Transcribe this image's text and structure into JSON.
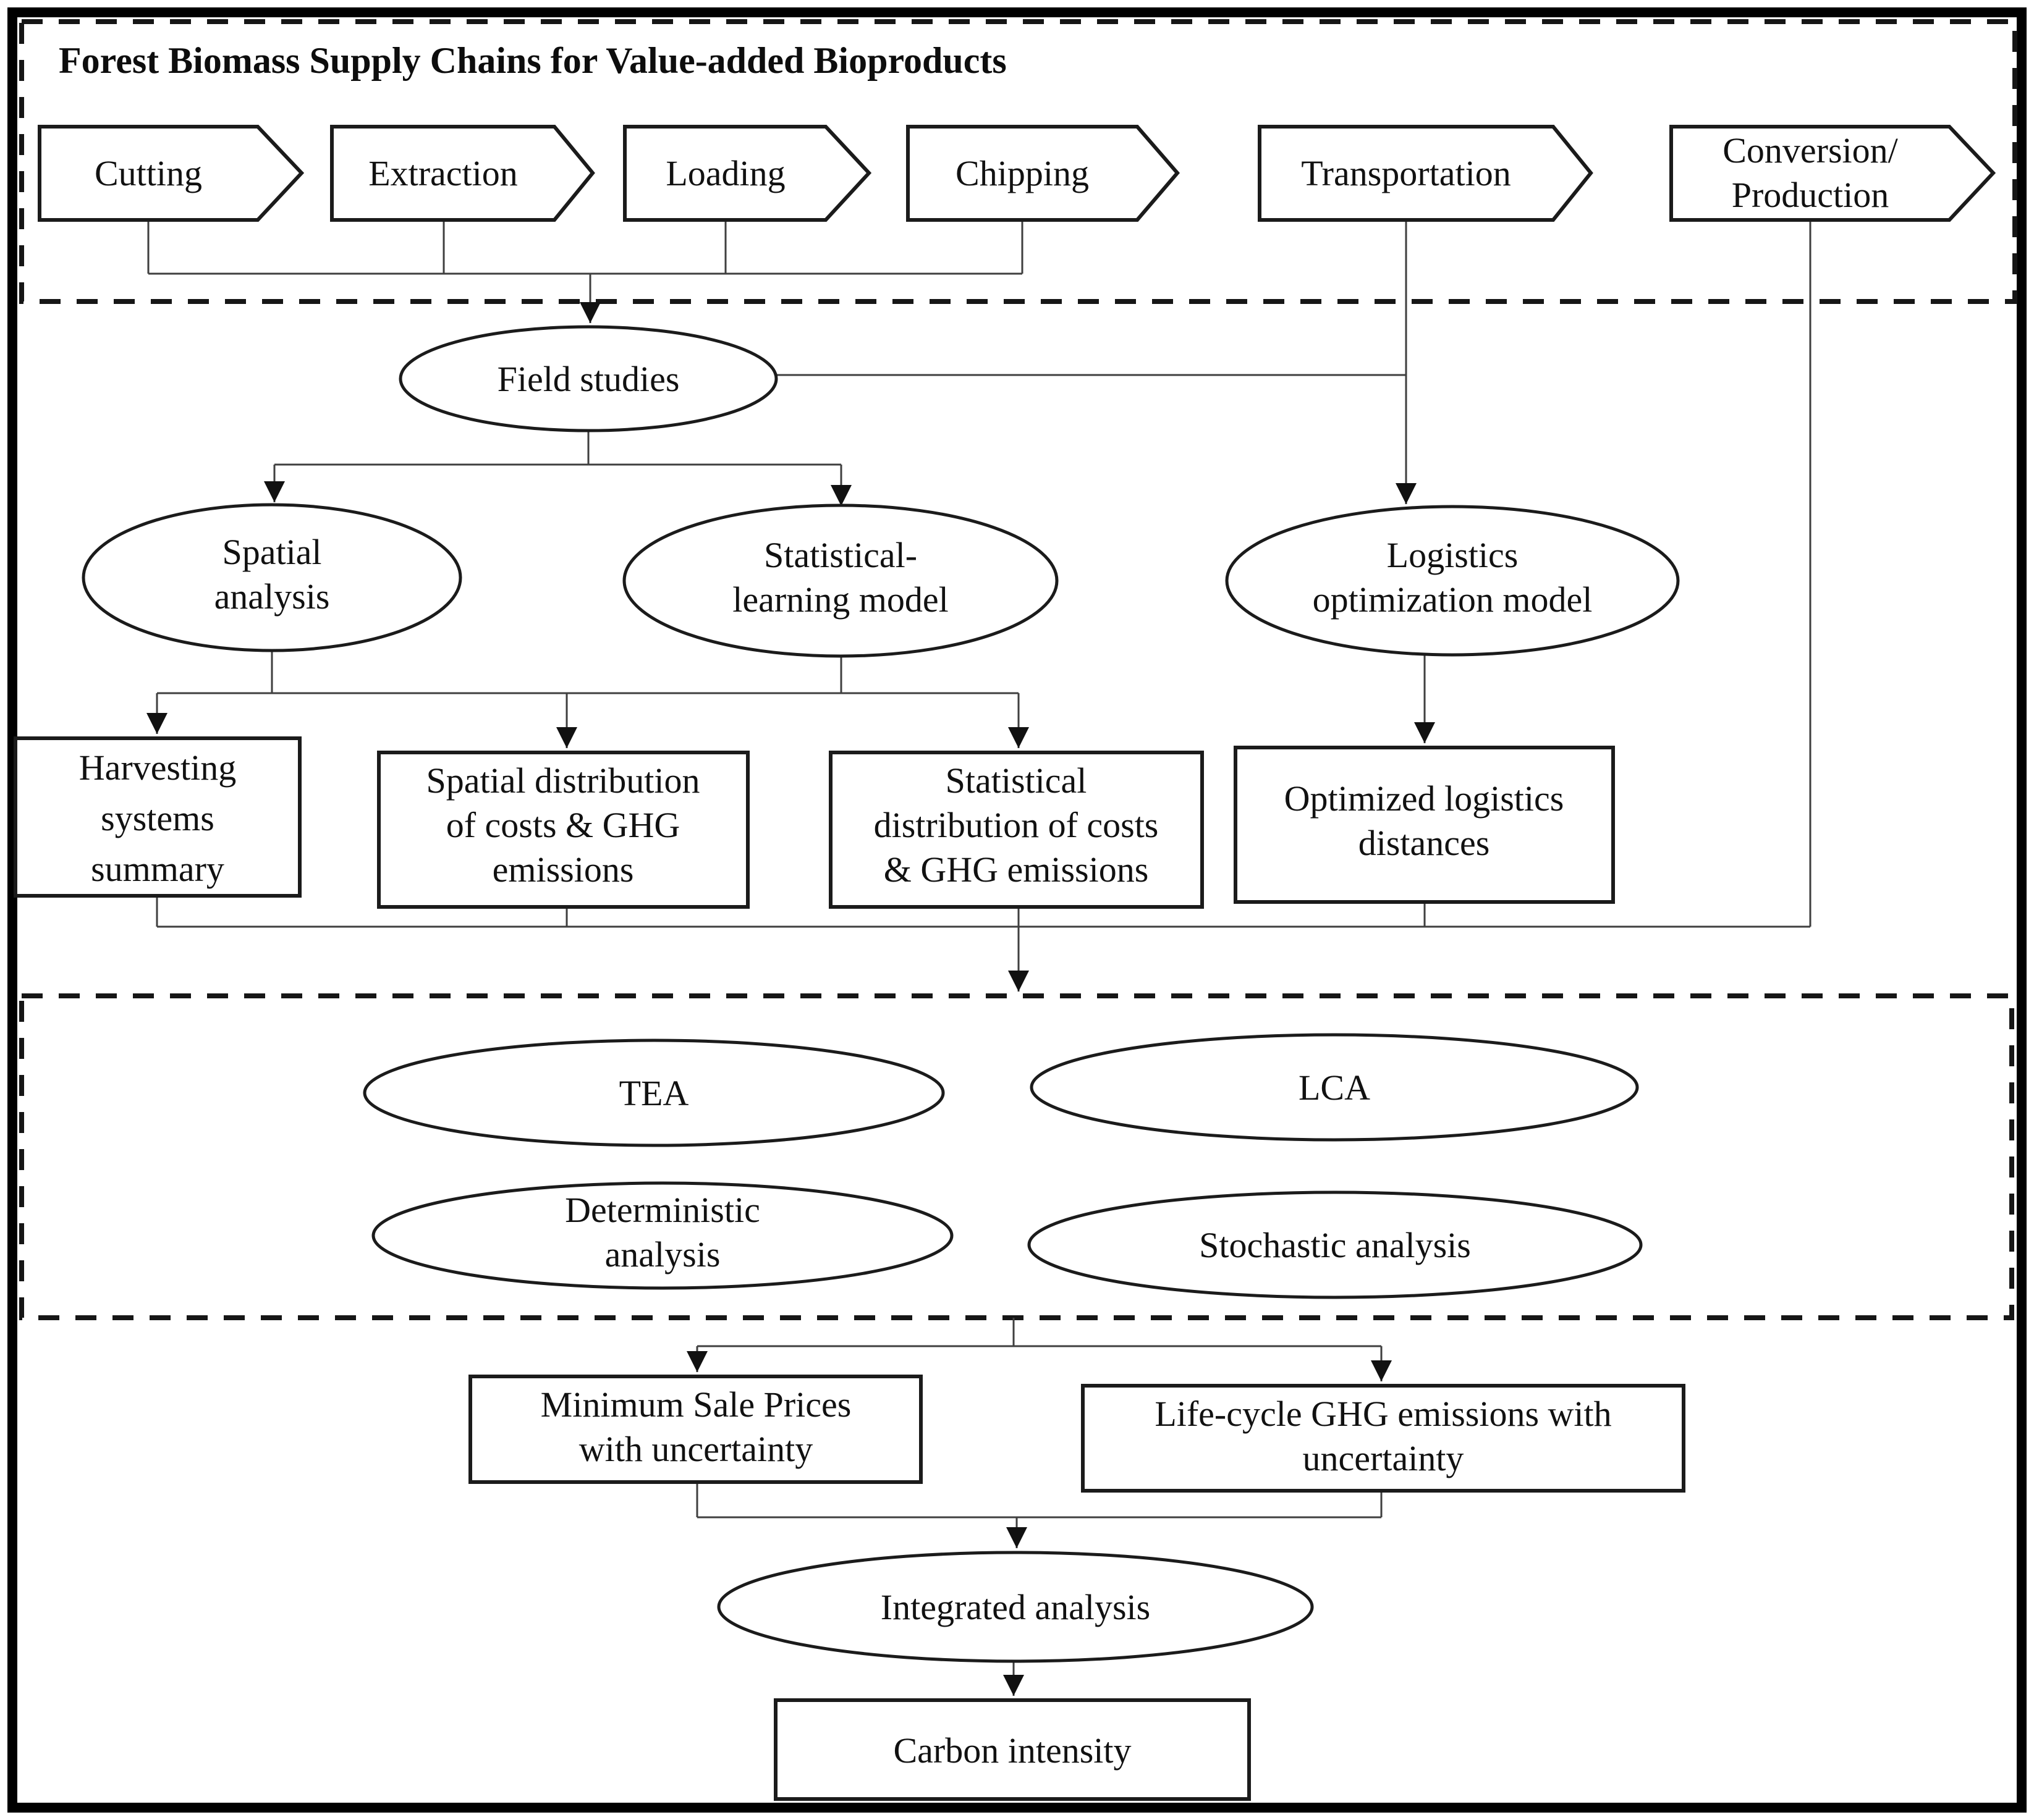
{
  "colors": {
    "ink": "#1b1b1b",
    "connector": "#3f3f3f",
    "paper": "#ffffff"
  },
  "title": "Forest Biomass Supply Chains for Value-added Bioproducts",
  "chevrons": {
    "cutting": "Cutting",
    "extraction": "Extraction",
    "loading": "Loading",
    "chipping": "Chipping",
    "transportation": "Transportation",
    "conversion_l1": "Conversion/",
    "conversion_l2": "Production"
  },
  "ellipses": {
    "field_studies": "Field studies",
    "spatial_l1": "Spatial",
    "spatial_l2": "analysis",
    "statlearn_l1": "Statistical-",
    "statlearn_l2": "learning model",
    "logistics_l1": "Logistics",
    "logistics_l2": "optimization model",
    "tea": "TEA",
    "lca": "LCA",
    "deterministic_l1": "Deterministic",
    "deterministic_l2": "analysis",
    "stochastic": "Stochastic analysis",
    "integrated": "Integrated analysis"
  },
  "boxes": {
    "harvesting_l1": "Harvesting",
    "harvesting_l2": "systems",
    "harvesting_l3": "summary",
    "spatialdist_l1": "Spatial distribution",
    "spatialdist_l2": "of costs & GHG",
    "spatialdist_l3": "emissions",
    "statdist_l1": "Statistical",
    "statdist_l2": "distribution of costs",
    "statdist_l3": "& GHG emissions",
    "optimized_l1": "Optimized logistics",
    "optimized_l2": "distances",
    "msp_l1": "Minimum Sale Prices",
    "msp_l2": "with uncertainty",
    "ghg_l1": "Life-cycle GHG emissions with",
    "ghg_l2": "uncertainty",
    "carbon": "Carbon intensity"
  }
}
